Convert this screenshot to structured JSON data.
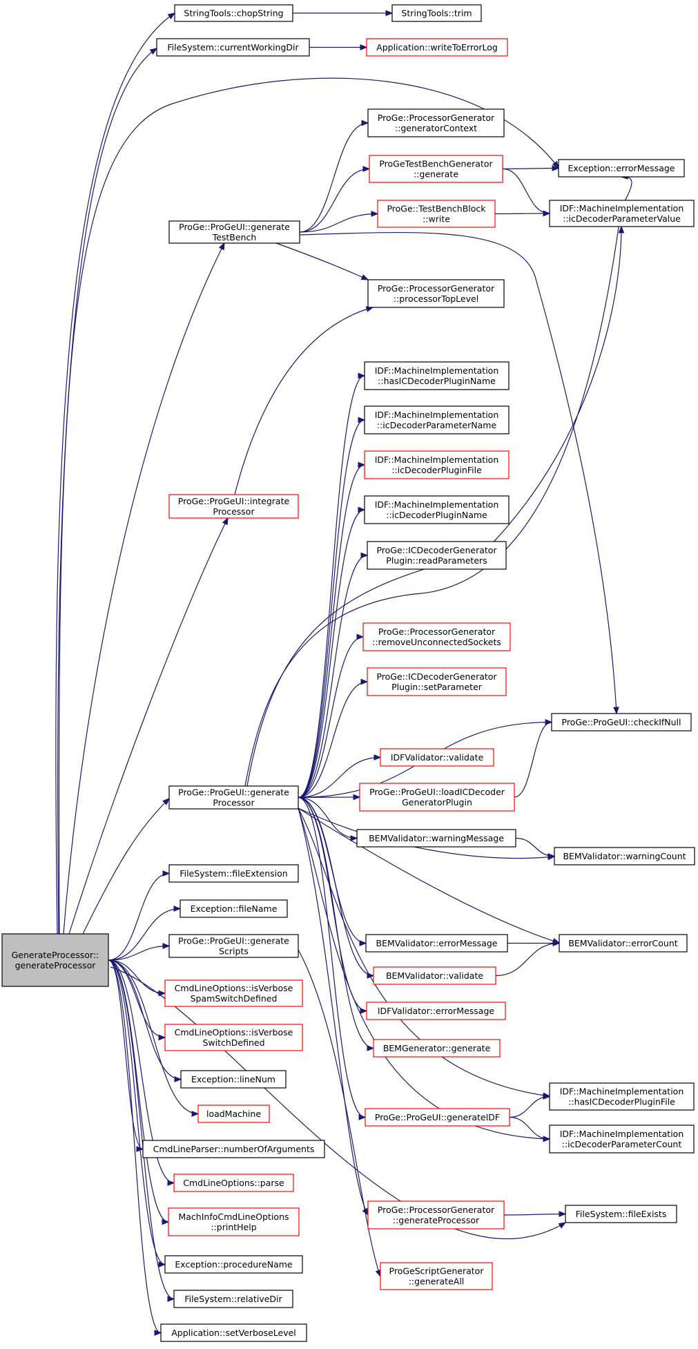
{
  "colors": {
    "edge": "#191970",
    "border_black": "#000000",
    "border_red": "#ff0000",
    "root_fill": "#bfbfbf"
  },
  "nodes": [
    {
      "id": "root",
      "lines": [
        "GenerateProcessor::",
        "generateProcessor"
      ],
      "border": "black",
      "root": true
    },
    {
      "id": "chopString",
      "lines": [
        "StringTools::chopString"
      ],
      "border": "black"
    },
    {
      "id": "trim",
      "lines": [
        "StringTools::trim"
      ],
      "border": "black"
    },
    {
      "id": "cwd",
      "lines": [
        "FileSystem::currentWorkingDir"
      ],
      "border": "black"
    },
    {
      "id": "writeErr",
      "lines": [
        "Application::writeToErrorLog"
      ],
      "border": "red"
    },
    {
      "id": "genContext",
      "lines": [
        "ProGe::ProcessorGenerator",
        "::generatorContext"
      ],
      "border": "black"
    },
    {
      "id": "tbGen",
      "lines": [
        "ProGeTestBenchGenerator",
        "::generate"
      ],
      "border": "red"
    },
    {
      "id": "excMsg",
      "lines": [
        "Exception::errorMessage"
      ],
      "border": "black"
    },
    {
      "id": "genTB",
      "lines": [
        "ProGe::ProGeUI::generate",
        "TestBench"
      ],
      "border": "black"
    },
    {
      "id": "tbWrite",
      "lines": [
        "ProGe::TestBenchBlock",
        "::write"
      ],
      "border": "red"
    },
    {
      "id": "icParamVal",
      "lines": [
        "IDF::MachineImplementation",
        "::icDecoderParameterValue"
      ],
      "border": "black"
    },
    {
      "id": "procTop",
      "lines": [
        "ProGe::ProcessorGenerator",
        "::processorTopLevel"
      ],
      "border": "black"
    },
    {
      "id": "hasICName",
      "lines": [
        "IDF::MachineImplementation",
        "::hasICDecoderPluginName"
      ],
      "border": "black"
    },
    {
      "id": "icParamName",
      "lines": [
        "IDF::MachineImplementation",
        "::icDecoderParameterName"
      ],
      "border": "black"
    },
    {
      "id": "integrate",
      "lines": [
        "ProGe::ProGeUI::integrate",
        "Processor"
      ],
      "border": "red"
    },
    {
      "id": "icPluginFile",
      "lines": [
        "IDF::MachineImplementation",
        "::icDecoderPluginFile"
      ],
      "border": "red"
    },
    {
      "id": "icPluginName",
      "lines": [
        "IDF::MachineImplementation",
        "::icDecoderPluginName"
      ],
      "border": "black"
    },
    {
      "id": "readParams",
      "lines": [
        "ProGe::ICDecoderGenerator",
        "Plugin::readParameters"
      ],
      "border": "black"
    },
    {
      "id": "removeUnconn",
      "lines": [
        "ProGe::ProcessorGenerator",
        "::removeUnconnectedSockets"
      ],
      "border": "red"
    },
    {
      "id": "setParam",
      "lines": [
        "ProGe::ICDecoderGenerator",
        "Plugin::setParameter"
      ],
      "border": "red"
    },
    {
      "id": "checkNull",
      "lines": [
        "ProGe::ProGeUI::checkIfNull"
      ],
      "border": "black"
    },
    {
      "id": "idfValidate",
      "lines": [
        "IDFValidator::validate"
      ],
      "border": "red"
    },
    {
      "id": "genProc",
      "lines": [
        "ProGe::ProGeUI::generate",
        "Processor"
      ],
      "border": "black"
    },
    {
      "id": "loadIC",
      "lines": [
        "ProGe::ProGeUI::loadICDecoder",
        "GeneratorPlugin"
      ],
      "border": "red"
    },
    {
      "id": "bemWarnMsg",
      "lines": [
        "BEMValidator::warningMessage"
      ],
      "border": "black"
    },
    {
      "id": "bemWarnCount",
      "lines": [
        "BEMValidator::warningCount"
      ],
      "border": "black"
    },
    {
      "id": "fileExt",
      "lines": [
        "FileSystem::fileExtension"
      ],
      "border": "black"
    },
    {
      "id": "excFile",
      "lines": [
        "Exception::fileName"
      ],
      "border": "black"
    },
    {
      "id": "genScripts",
      "lines": [
        "ProGe::ProGeUI::generate",
        "Scripts"
      ],
      "border": "black"
    },
    {
      "id": "bemErrMsg",
      "lines": [
        "BEMValidator::errorMessage"
      ],
      "border": "black"
    },
    {
      "id": "bemErrCount",
      "lines": [
        "BEMValidator::errorCount"
      ],
      "border": "black"
    },
    {
      "id": "isVerboseSpam",
      "lines": [
        "CmdLineOptions::isVerbose",
        "SpamSwitchDefined"
      ],
      "border": "red"
    },
    {
      "id": "bemValidate",
      "lines": [
        "BEMValidator::validate"
      ],
      "border": "red"
    },
    {
      "id": "idfErrMsg",
      "lines": [
        "IDFValidator::errorMessage"
      ],
      "border": "red"
    },
    {
      "id": "isVerbose",
      "lines": [
        "CmdLineOptions::isVerbose",
        "SwitchDefined"
      ],
      "border": "red"
    },
    {
      "id": "bemGen",
      "lines": [
        "BEMGenerator::generate"
      ],
      "border": "red"
    },
    {
      "id": "excLine",
      "lines": [
        "Exception::lineNum"
      ],
      "border": "black"
    },
    {
      "id": "hasICFile",
      "lines": [
        "IDF::MachineImplementation",
        "::hasICDecoderPluginFile"
      ],
      "border": "black"
    },
    {
      "id": "loadMachine",
      "lines": [
        "loadMachine"
      ],
      "border": "red"
    },
    {
      "id": "genIDF",
      "lines": [
        "ProGe::ProGeUI::generateIDF"
      ],
      "border": "red"
    },
    {
      "id": "icParamCount",
      "lines": [
        "IDF::MachineImplementation",
        "::icDecoderParameterCount"
      ],
      "border": "black"
    },
    {
      "id": "numArgs",
      "lines": [
        "CmdLineParser::numberOfArguments"
      ],
      "border": "black"
    },
    {
      "id": "cmdParse",
      "lines": [
        "CmdLineOptions::parse"
      ],
      "border": "red"
    },
    {
      "id": "pgGenProc",
      "lines": [
        "ProGe::ProcessorGenerator",
        "::generateProcessor"
      ],
      "border": "red"
    },
    {
      "id": "fileExists",
      "lines": [
        "FileSystem::fileExists"
      ],
      "border": "black"
    },
    {
      "id": "printHelp",
      "lines": [
        "MachInfoCmdLineOptions",
        "::printHelp"
      ],
      "border": "red"
    },
    {
      "id": "excProc",
      "lines": [
        "Exception::procedureName"
      ],
      "border": "black"
    },
    {
      "id": "scriptGen",
      "lines": [
        "ProGeScriptGenerator",
        "::generateAll"
      ],
      "border": "red"
    },
    {
      "id": "relDir",
      "lines": [
        "FileSystem::relativeDir"
      ],
      "border": "black"
    },
    {
      "id": "setVerbose",
      "lines": [
        "Application::setVerboseLevel"
      ],
      "border": "black"
    }
  ],
  "edges": [
    [
      "root",
      "chopString"
    ],
    [
      "chopString",
      "trim"
    ],
    [
      "root",
      "cwd"
    ],
    [
      "cwd",
      "writeErr"
    ],
    [
      "root",
      "excMsg"
    ],
    [
      "root",
      "genTB"
    ],
    [
      "genTB",
      "genContext"
    ],
    [
      "genTB",
      "tbGen"
    ],
    [
      "tbGen",
      "excMsg"
    ],
    [
      "tbGen",
      "icParamVal"
    ],
    [
      "genTB",
      "tbWrite"
    ],
    [
      "tbWrite",
      "icParamVal"
    ],
    [
      "genTB",
      "procTop"
    ],
    [
      "genTB",
      "checkNull"
    ],
    [
      "root",
      "integrate"
    ],
    [
      "integrate",
      "procTop"
    ],
    [
      "root",
      "genProc"
    ],
    [
      "genProc",
      "hasICName"
    ],
    [
      "genProc",
      "icParamName"
    ],
    [
      "genProc",
      "icPluginFile"
    ],
    [
      "genProc",
      "icPluginName"
    ],
    [
      "genProc",
      "readParams"
    ],
    [
      "genProc",
      "excMsg"
    ],
    [
      "genProc",
      "icParamVal"
    ],
    [
      "genProc",
      "removeUnconn"
    ],
    [
      "genProc",
      "setParam"
    ],
    [
      "genProc",
      "checkNull"
    ],
    [
      "genProc",
      "idfValidate"
    ],
    [
      "genProc",
      "loadIC"
    ],
    [
      "loadIC",
      "checkNull"
    ],
    [
      "genProc",
      "bemWarnMsg"
    ],
    [
      "genProc",
      "bemWarnCount"
    ],
    [
      "bemWarnMsg",
      "bemWarnCount"
    ],
    [
      "genProc",
      "bemErrMsg"
    ],
    [
      "genProc",
      "bemErrCount"
    ],
    [
      "bemErrMsg",
      "bemErrCount"
    ],
    [
      "genProc",
      "bemValidate"
    ],
    [
      "bemValidate",
      "bemErrCount"
    ],
    [
      "genProc",
      "idfErrMsg"
    ],
    [
      "genProc",
      "bemGen"
    ],
    [
      "genProc",
      "hasICFile"
    ],
    [
      "genProc",
      "genIDF"
    ],
    [
      "genIDF",
      "hasICFile"
    ],
    [
      "genIDF",
      "icParamCount"
    ],
    [
      "genProc",
      "icParamCount"
    ],
    [
      "genProc",
      "pgGenProc"
    ],
    [
      "pgGenProc",
      "fileExists"
    ],
    [
      "root",
      "fileExt"
    ],
    [
      "root",
      "excFile"
    ],
    [
      "root",
      "genScripts"
    ],
    [
      "genScripts",
      "scriptGen"
    ],
    [
      "root",
      "isVerboseSpam"
    ],
    [
      "root",
      "isVerbose"
    ],
    [
      "root",
      "excLine"
    ],
    [
      "root",
      "loadMachine"
    ],
    [
      "root",
      "numArgs"
    ],
    [
      "root",
      "cmdParse"
    ],
    [
      "root",
      "printHelp"
    ],
    [
      "root",
      "excProc"
    ],
    [
      "root",
      "relDir"
    ],
    [
      "root",
      "setVerbose"
    ],
    [
      "root",
      "fileExists"
    ]
  ]
}
